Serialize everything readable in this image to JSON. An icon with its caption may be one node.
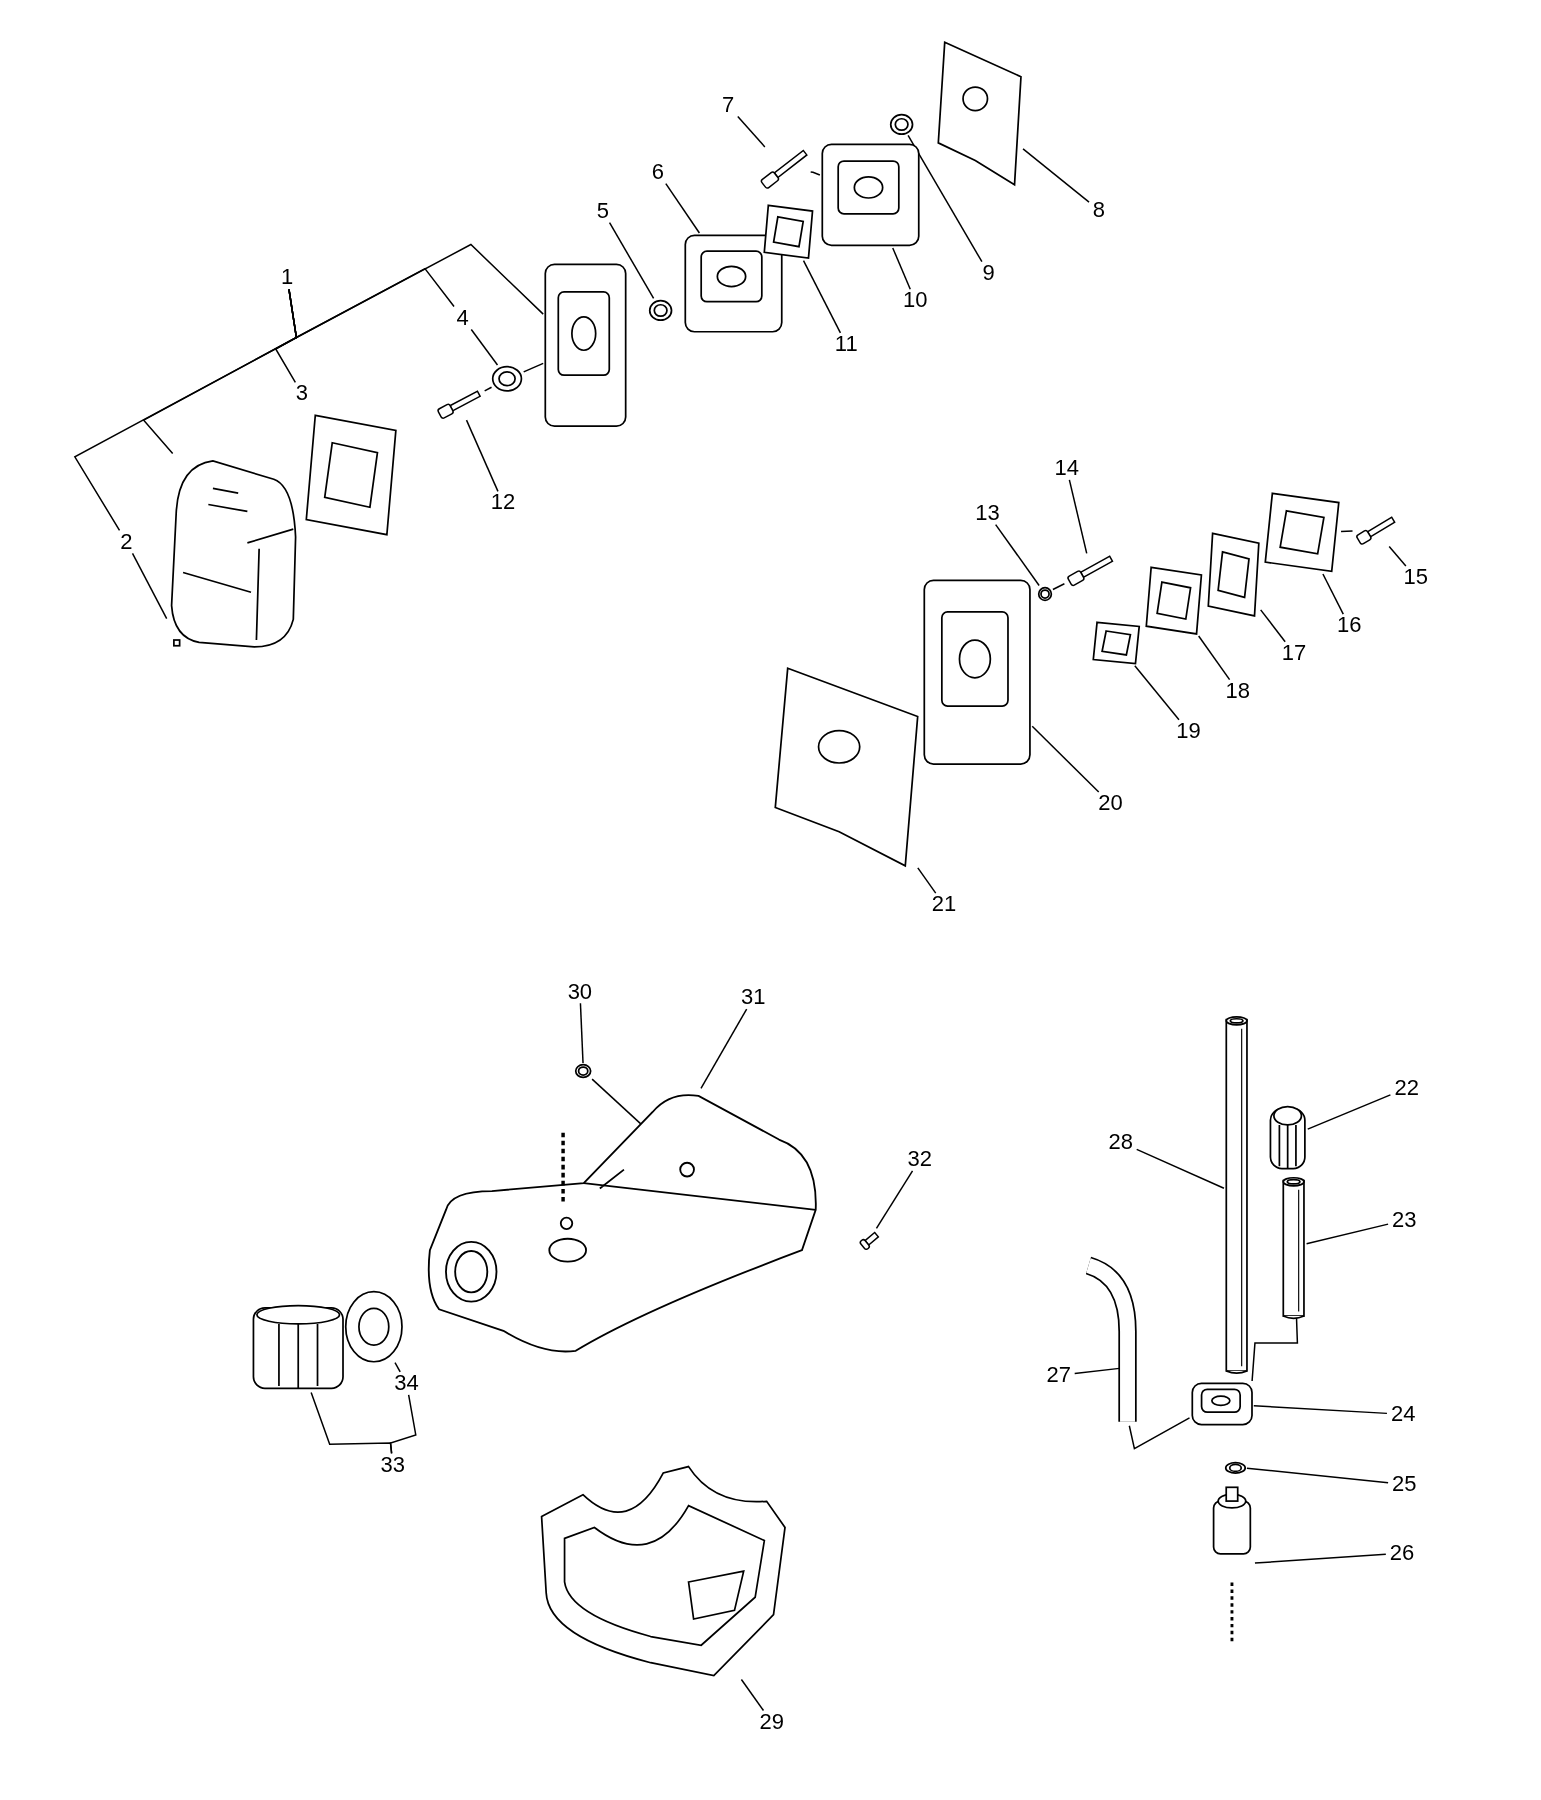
{
  "diagram": {
    "nodes": [
      {
        "text": [
          "1"
        ]
      },
      {
        "text": [
          "2"
        ]
      },
      {
        "text": [
          "3"
        ]
      },
      {
        "text": [
          "4"
        ]
      },
      {
        "text": [
          "5"
        ]
      },
      {
        "text": [
          "6"
        ]
      },
      {
        "text": [
          "7"
        ]
      },
      {
        "text": [
          "8"
        ]
      },
      {
        "text": [
          "9"
        ]
      },
      {
        "text": [
          "10"
        ]
      },
      {
        "text": [
          "11"
        ]
      },
      {
        "text": [
          "12"
        ]
      },
      {
        "text": [
          "13"
        ]
      },
      {
        "text": [
          "14"
        ]
      },
      {
        "text": [
          "15"
        ]
      },
      {
        "text": [
          "16"
        ]
      },
      {
        "text": [
          "17"
        ]
      },
      {
        "text": [
          "18"
        ]
      },
      {
        "text": [
          "19"
        ]
      },
      {
        "text": [
          "20"
        ]
      },
      {
        "text": [
          "21"
        ]
      },
      {
        "text": [
          "22"
        ]
      },
      {
        "text": [
          "23"
        ]
      },
      {
        "text": [
          "24"
        ]
      },
      {
        "text": [
          "25"
        ]
      },
      {
        "text": [
          "26"
        ]
      },
      {
        "text": [
          "27"
        ]
      },
      {
        "text": [
          "28"
        ]
      },
      {
        "text": [
          "29"
        ]
      },
      {
        "text": [
          "30"
        ]
      },
      {
        "text": [
          "31"
        ]
      },
      {
        "text": [
          "32"
        ]
      },
      {
        "text": [
          "33"
        ]
      },
      {
        "text": [
          "34"
        ]
      },
      {
        "text": [],
        "shape": "picture"
      },
      {
        "text": [],
        "shape": "picture"
      },
      {
        "text": [],
        "shape": "picture"
      },
      {
        "text": [],
        "shape": "picture"
      },
      {
        "text": [],
        "shape": "picture"
      },
      {
        "text": [],
        "shape": "picture"
      },
      {
        "text": [],
        "shape": "picture"
      },
      {
        "text": [],
        "shape": "picture"
      },
      {
        "text": [],
        "shape": "picture"
      },
      {
        "text": [],
        "shape": "picture"
      },
      {
        "text": [],
        "shape": "picture"
      },
      {
        "text": [],
        "shape": "picture"
      },
      {
        "text": [],
        "shape": "picture"
      },
      {
        "text": [],
        "shape": "picture"
      },
      {
        "text": [],
        "shape": "picture"
      },
      {
        "text": [],
        "shape": "picture"
      },
      {
        "text": [],
        "shape": "picture"
      },
      {
        "text": [],
        "shape": "picture"
      },
      {
        "text": [],
        "shape": "picture"
      },
      {
        "text": [],
        "shape": "picture"
      },
      {
        "text": [],
        "shape": "picture"
      },
      {
        "text": [],
        "shape": "picture"
      },
      {
        "text": [],
        "shape": "picture"
      },
      {
        "text": [],
        "shape": "picture"
      },
      {
        "text": [],
        "shape": "picture"
      },
      {
        "text": [],
        "shape": "picture"
      },
      {
        "text": [],
        "shape": "picture"
      },
      {
        "text": [],
        "shape": "picture"
      },
      {
        "text": [],
        "shape": "picture"
      },
      {
        "text": [],
        "shape": "picture"
      },
      {
        "text": [],
        "shape": "picture"
      },
      {
        "text": [],
        "shape": "picture"
      },
      {
        "text": [],
        "shape": "picture"
      },
      {
        "text": [],
        "shape": "picture"
      }
    ],
    "edges": [
      {
        "from": 0,
        "to": 34,
        "arrow": "none"
      },
      {
        "from": 0,
        "to": 36,
        "arrow": "none"
      },
      {
        "from": 0,
        "to": 1,
        "arrow": "none"
      },
      {
        "from": 0,
        "to": 2,
        "arrow": "none"
      },
      {
        "from": 0,
        "to": 3,
        "arrow": "none"
      },
      {
        "from": 1,
        "to": 34,
        "arrow": "none"
      },
      {
        "from": 3,
        "to": 37,
        "arrow": "none"
      },
      {
        "from": 4,
        "to": 39,
        "arrow": "none"
      },
      {
        "from": 5,
        "to": 40,
        "arrow": "none"
      },
      {
        "from": 6,
        "to": 41,
        "arrow": "none"
      },
      {
        "from": 7,
        "to": 45,
        "arrow": "none"
      },
      {
        "from": 8,
        "to": 44,
        "arrow": "none"
      },
      {
        "from": 9,
        "to": 43,
        "arrow": "none"
      },
      {
        "from": 10,
        "to": 42,
        "arrow": "none"
      },
      {
        "from": 11,
        "to": 38,
        "arrow": "none"
      },
      {
        "from": 12,
        "to": 46,
        "arrow": "none"
      },
      {
        "from": 13,
        "to": 47,
        "arrow": "none"
      },
      {
        "from": 14,
        "to": 52,
        "arrow": "none"
      },
      {
        "from": 15,
        "to": 51,
        "arrow": "none"
      },
      {
        "from": 16,
        "to": 50,
        "arrow": "none"
      },
      {
        "from": 17,
        "to": 49,
        "arrow": "none"
      },
      {
        "from": 18,
        "to": 48,
        "arrow": "none"
      },
      {
        "from": 19,
        "to": 53,
        "arrow": "none"
      },
      {
        "from": 20,
        "to": 54,
        "arrow": "none"
      },
      {
        "from": 21,
        "to": 61,
        "arrow": "none"
      },
      {
        "from": 22,
        "to": 62,
        "arrow": "none"
      },
      {
        "from": 23,
        "to": 65,
        "arrow": "none"
      },
      {
        "from": 24,
        "to": 66,
        "arrow": "none"
      },
      {
        "from": 25,
        "to": 67,
        "arrow": "none"
      },
      {
        "from": 26,
        "to": 64,
        "arrow": "none"
      },
      {
        "from": 27,
        "to": 63,
        "arrow": "none"
      },
      {
        "from": 28,
        "to": 60,
        "arrow": "none"
      },
      {
        "from": 29,
        "to": 56,
        "arrow": "none"
      },
      {
        "from": 30,
        "to": 55,
        "arrow": "none"
      },
      {
        "from": 31,
        "to": 57,
        "arrow": "none"
      },
      {
        "from": 32,
        "to": 58,
        "arrow": "none"
      },
      {
        "from": 32,
        "to": 33,
        "arrow": "none"
      },
      {
        "from": 33,
        "to": 59,
        "arrow": "none"
      },
      {
        "from": 38,
        "to": 37,
        "arrow": "none"
      },
      {
        "from": 37,
        "to": 36,
        "arrow": "none"
      },
      {
        "from": 41,
        "to": 43,
        "arrow": "none"
      },
      {
        "from": 47,
        "to": 46,
        "arrow": "none"
      },
      {
        "from": 52,
        "to": 51,
        "arrow": "none"
      },
      {
        "from": 56,
        "to": 55,
        "arrow": "none"
      },
      {
        "from": 64,
        "to": 65,
        "arrow": "none"
      },
      {
        "from": 62,
        "to": 65,
        "arrow": "none"
      }
    ]
  }
}
